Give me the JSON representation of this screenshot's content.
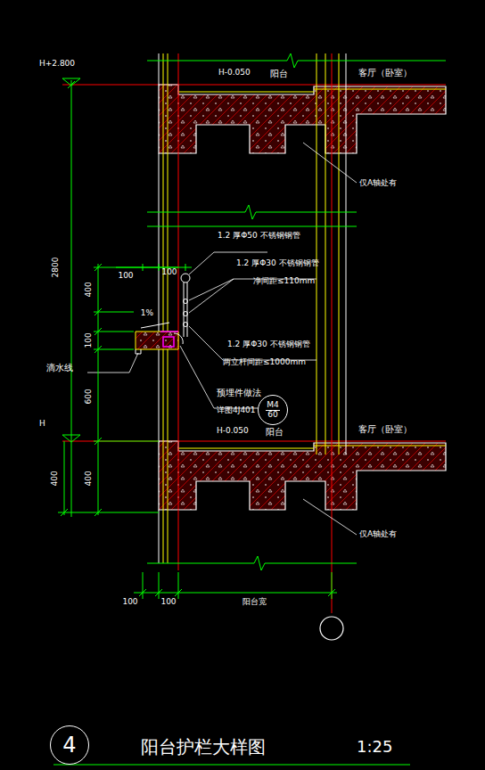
{
  "diagram": {
    "title": "阳台护栏大样图",
    "nodes": [
      {
        "text": [
          "M4",
          "60"
        ]
      },
      {
        "text": [
          "4"
        ]
      }
    ],
    "labels": [
      "H+2.800",
      "H-0.050",
      "阳台",
      "客厅（卧室）",
      "仅A轴处有",
      "2800",
      "100",
      "100",
      "1.2 厚Φ50 不锈钢钢管",
      "1.2 厚Φ30 不锈钢钢管",
      "净间距≤110mm",
      "400",
      "1%",
      "100",
      "1.2 厚Φ30 不锈钢钢管",
      "两立杆间距≤1000mm",
      "滴水线",
      "预埋件做法",
      "详图4J401",
      "600",
      "H",
      "H-0.050",
      "阳台",
      "客厅（卧室）",
      "400",
      "400",
      "仅A轴处有",
      "100",
      "100",
      "阳台宽",
      "1:25"
    ]
  }
}
